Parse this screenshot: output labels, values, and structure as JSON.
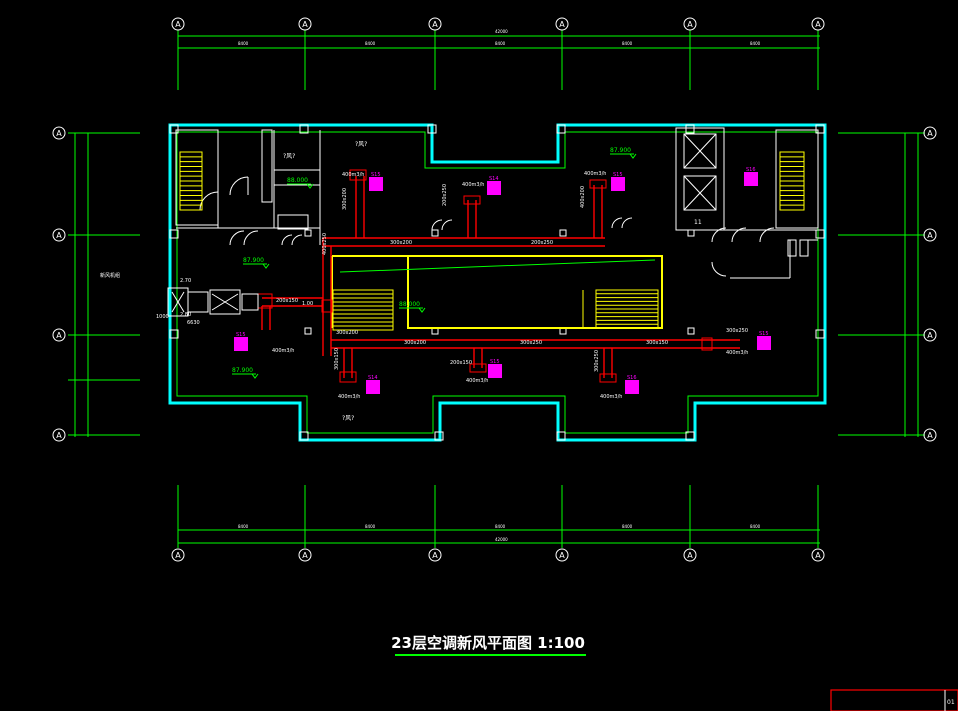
{
  "drawing": {
    "title": "23层空调新风平面图 1:100",
    "grid_bubble_label": "A",
    "level_marks": [
      "87.900",
      "88.000",
      "87.900",
      "88.000",
      "87.900"
    ],
    "duct_sizes": [
      "400x250",
      "300x200",
      "200x250",
      "300x200",
      "200x250",
      "400x200",
      "300x200",
      "300x250",
      "300x150",
      "300x150",
      "300x250",
      "300x250",
      "200x150",
      "200x150",
      "300x200"
    ],
    "equipment_tags": [
      "S15",
      "S14",
      "S15",
      "S16",
      "S15",
      "S14",
      "S15",
      "S16",
      "S15"
    ],
    "airflow_labels": [
      "400m3/h",
      "400m3/h",
      "400m3/h",
      "400m3/h",
      "400m3/h",
      "400m3/h",
      "400m3/h",
      "400m3/h"
    ],
    "ahu_labels": [
      "新风机组",
      "2.70",
      "1.00",
      "2.80",
      "1000",
      "6630"
    ],
    "room_marks": [
      "?风?",
      "?风?",
      "?风?",
      "11"
    ],
    "sheet_tag": "01"
  },
  "colors": {
    "background": "#000000",
    "grid": "#00ff00",
    "wall": "#00ffff",
    "duct": "#ff0000",
    "outline": "#ffff00",
    "equipment": "#ff00ff",
    "text": "#ffffff"
  }
}
